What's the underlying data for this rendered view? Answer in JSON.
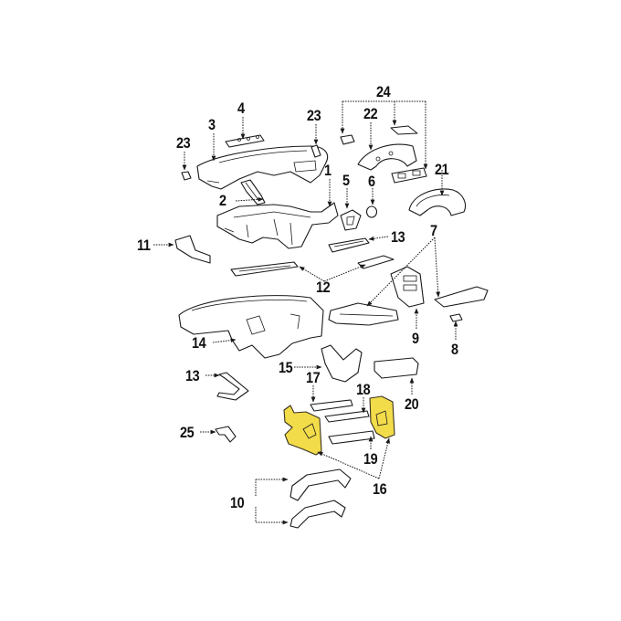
{
  "diagram": {
    "type": "exploded-parts-diagram",
    "subject": "instrument panel components",
    "highlight_color": "#f2dc4a",
    "line_color": "#1a1a1a",
    "background": "#ffffff",
    "highlighted_part": "16",
    "callouts": [
      {
        "id": "c1",
        "label": "1"
      },
      {
        "id": "c2",
        "label": "2"
      },
      {
        "id": "c3",
        "label": "3"
      },
      {
        "id": "c4",
        "label": "4"
      },
      {
        "id": "c5",
        "label": "5"
      },
      {
        "id": "c6",
        "label": "6"
      },
      {
        "id": "c7",
        "label": "7"
      },
      {
        "id": "c8",
        "label": "8"
      },
      {
        "id": "c9",
        "label": "9"
      },
      {
        "id": "c10",
        "label": "10"
      },
      {
        "id": "c11",
        "label": "11"
      },
      {
        "id": "c12",
        "label": "12"
      },
      {
        "id": "c13a",
        "label": "13"
      },
      {
        "id": "c13b",
        "label": "13"
      },
      {
        "id": "c14",
        "label": "14"
      },
      {
        "id": "c15",
        "label": "15"
      },
      {
        "id": "c16",
        "label": "16"
      },
      {
        "id": "c17",
        "label": "17"
      },
      {
        "id": "c18",
        "label": "18"
      },
      {
        "id": "c19",
        "label": "19"
      },
      {
        "id": "c20",
        "label": "20"
      },
      {
        "id": "c21",
        "label": "21"
      },
      {
        "id": "c22",
        "label": "22"
      },
      {
        "id": "c23a",
        "label": "23"
      },
      {
        "id": "c23b",
        "label": "23"
      },
      {
        "id": "c24",
        "label": "24"
      },
      {
        "id": "c25",
        "label": "25"
      }
    ]
  }
}
